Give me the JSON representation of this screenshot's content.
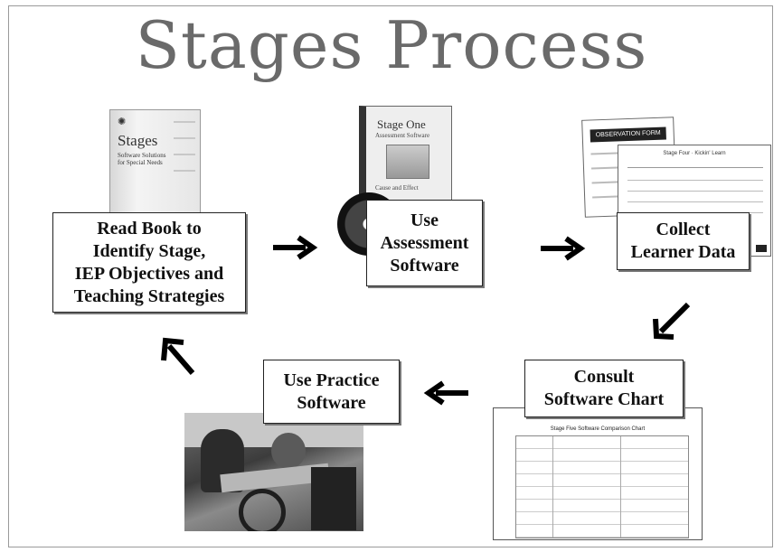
{
  "title": "Stages Process",
  "steps": {
    "read_book": [
      "Read Book to",
      "Identify Stage,",
      "IEP Objectives and",
      "Teaching Strategies"
    ],
    "use_assessment": [
      "Use",
      "Assessment",
      "Software"
    ],
    "collect_data": [
      "Collect",
      "Learner Data"
    ],
    "consult_chart": [
      "Consult",
      "Software Chart"
    ],
    "use_practice": [
      "Use Practice",
      "Software"
    ]
  },
  "book_cover": {
    "title": "Stages",
    "subtitle": "Software Solutions for Special Needs"
  },
  "assessment_box": {
    "title": "Stage One",
    "subtitle": "Assessment Software",
    "caption": "Cause and Effect"
  },
  "observation_sheet": {
    "header": "OBSERVATION FORM",
    "inner_title": "Stage Four · Kickin' Learn"
  },
  "chart_sheet": {
    "header": "Stage Five Software Comparison Chart"
  }
}
